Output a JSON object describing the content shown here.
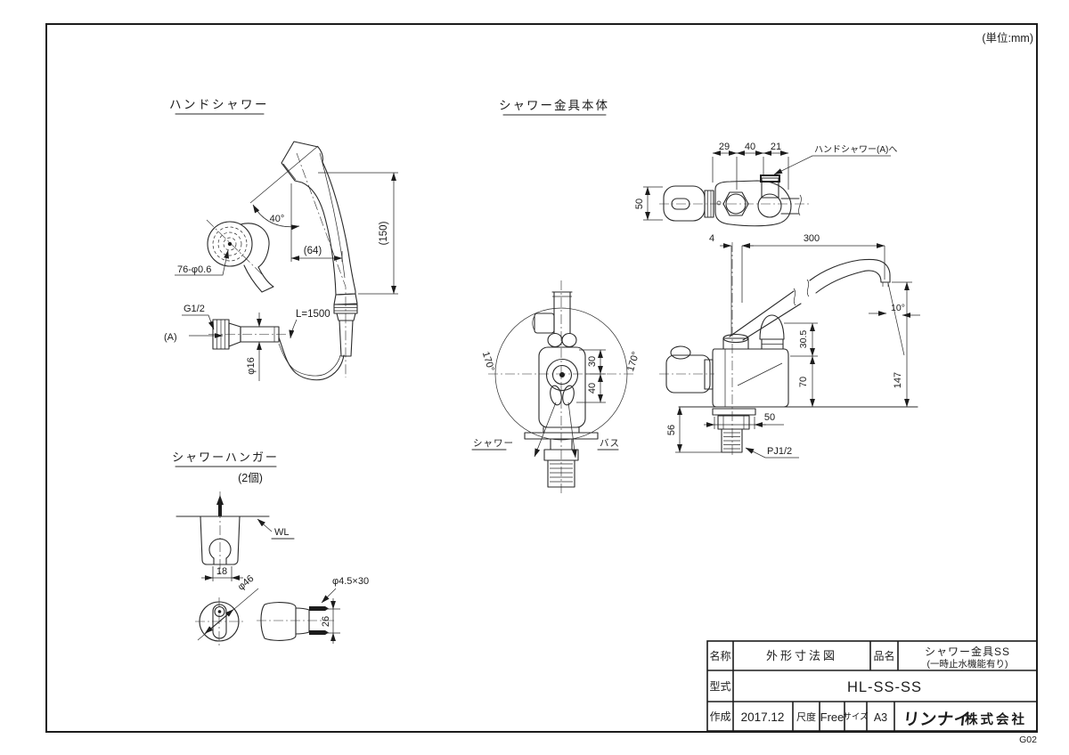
{
  "unit_note": "(単位:mm)",
  "page_code": "G02",
  "hs": {
    "title": "ハンドシャワー",
    "a40": "40°",
    "h150": "(150)",
    "w64": "(64)",
    "holes": "76-φ0.6",
    "g12": "G1/2",
    "refA": "(A)",
    "d16": "φ16",
    "hose": "L=1500"
  },
  "bd": {
    "title": "シャワー金具本体",
    "d29": "29",
    "d40": "40",
    "d21": "21",
    "toA": "ハンドシャワー(A)へ",
    "d50": "50",
    "angL": "170°",
    "angR": "170°",
    "f30": "30",
    "f40": "40",
    "lblShower": "シャワー",
    "lblBath": "バス",
    "d4": "4",
    "d300": "300",
    "d305": "30.5",
    "d70": "70",
    "d10": "10°",
    "d147": "147",
    "s50": "50",
    "d56": "56",
    "pj": "PJ1/2"
  },
  "hg": {
    "title": "シャワーハンガー",
    "qty": "(2個)",
    "wl": "WL",
    "d18": "18",
    "d46": "φ46",
    "pin": "φ4.5×30",
    "d26": "26"
  },
  "tb": {
    "name_label": "名称",
    "name_value": "外形寸法図",
    "product_label": "品名",
    "product_value_line1": "シャワー金具SS",
    "product_value_line2": "(一時止水機能有り)",
    "model_label": "型式",
    "model_value": "HL-SS-SS",
    "created_label": "作成",
    "created_value": "2017.12",
    "scale_label": "尺度",
    "scale_value": "Free",
    "size_label": "サイズ",
    "size_value": "A3",
    "company_logo": "リンナイ",
    "company_suffix": "株式会社"
  }
}
